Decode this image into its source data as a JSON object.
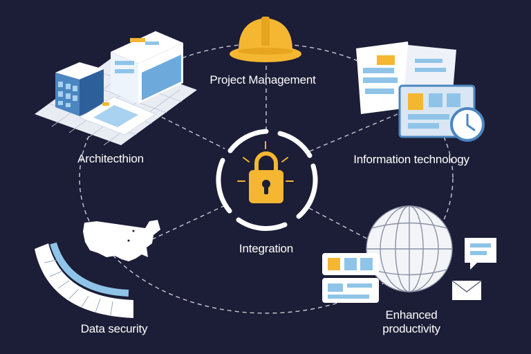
{
  "labels": {
    "project_management": "Project Management",
    "architecture": "Architecthion",
    "information_technology": "Information technology",
    "integration": "Integration",
    "data_security": "Data security",
    "enhanced_productivity": "Enhanced productivity"
  },
  "icons": {
    "project_management": "hard-hat-icon",
    "architecture": "buildings-blueprint-icon",
    "information_technology": "documents-clock-icon",
    "integration": "padlock-icon",
    "data_security": "us-map-icon",
    "enhanced_productivity": "globe-chat-icon"
  },
  "colors": {
    "background": "#1c1d36",
    "accent_yellow": "#f5b731",
    "accent_blue": "#8fc4e8",
    "line": "#c9cbd6",
    "white": "#ffffff"
  }
}
